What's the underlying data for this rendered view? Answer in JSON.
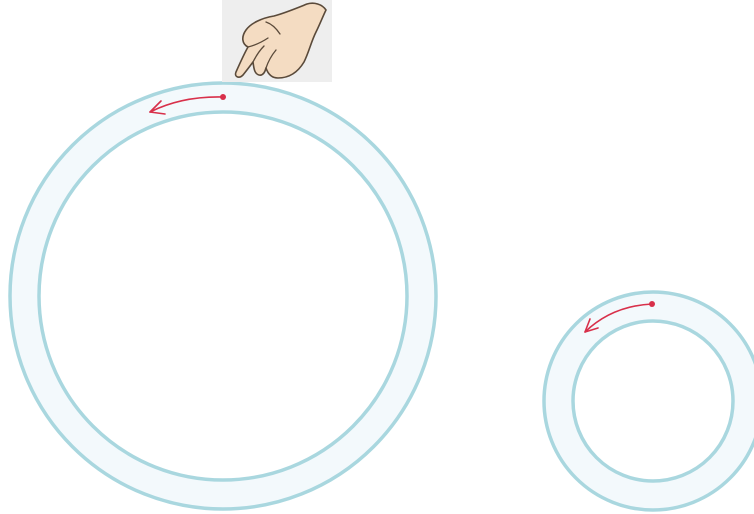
{
  "colors": {
    "ring_stroke": "#a9d7df",
    "ring_fill": "#f3f9fc",
    "arrow": "#d8304a",
    "hand_fill": "#f4dcc2",
    "hand_stroke": "#5a4a3a",
    "hand_background": "#eeeeee"
  },
  "icons": {
    "pointer": "pointing-hand-icon",
    "direction": "counterclockwise-arrow-icon"
  },
  "rings": [
    {
      "name": "large-ring",
      "direction": "counterclockwise"
    },
    {
      "name": "small-ring",
      "direction": "counterclockwise"
    }
  ]
}
